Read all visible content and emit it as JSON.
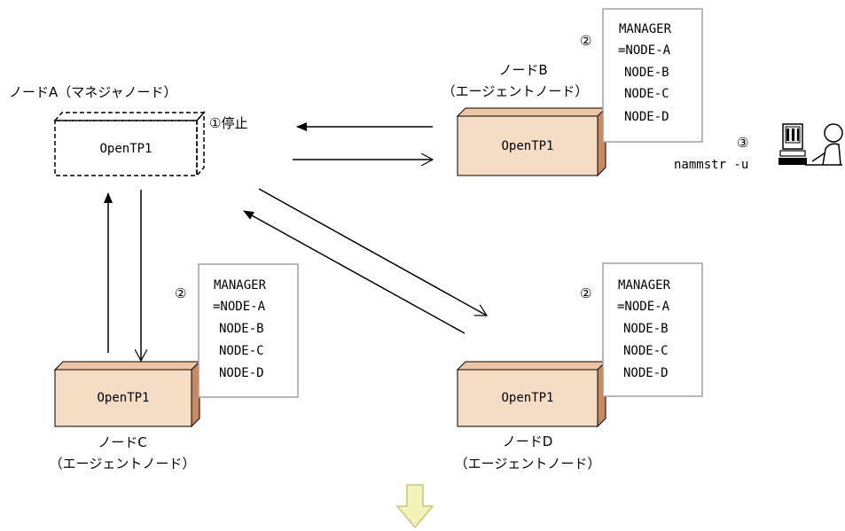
{
  "colors": {
    "box_front": "#f5dcc4",
    "box_top": "#ecc6a5",
    "box_side": "#c9895e",
    "note_border": "#a0a0a0",
    "down_arrow_fill": "#f3f2b8",
    "down_arrow_stroke": "#c8c77a"
  },
  "node_a": {
    "label": "ノードA（マネジャノード）",
    "box_text": "OpenTP1",
    "stop_label": "①停止"
  },
  "node_b": {
    "label1": "ノードB",
    "label2": "（エージェントノード）",
    "box_text": "OpenTP1",
    "note_marker": "②",
    "note_lines": [
      "MANAGER",
      "=NODE-A",
      "NODE-B",
      "NODE-C",
      "NODE-D"
    ]
  },
  "node_c": {
    "label1": "ノードC",
    "label2": "（エージェントノード）",
    "box_text": "OpenTP1",
    "note_marker": "②",
    "note_lines": [
      "MANAGER",
      "=NODE-A",
      "NODE-B",
      "NODE-C",
      "NODE-D"
    ]
  },
  "node_d": {
    "label1": "ノードD",
    "label2": "（エージェントノード）",
    "box_text": "OpenTP1",
    "note_marker": "②",
    "note_lines": [
      "MANAGER",
      "=NODE-A",
      "NODE-B",
      "NODE-C",
      "NODE-D"
    ]
  },
  "operator": {
    "step_marker": "③",
    "command": "nammstr -u",
    "icon": "computer-user-icon"
  },
  "next_step": {
    "icon": "down-arrow-icon"
  }
}
